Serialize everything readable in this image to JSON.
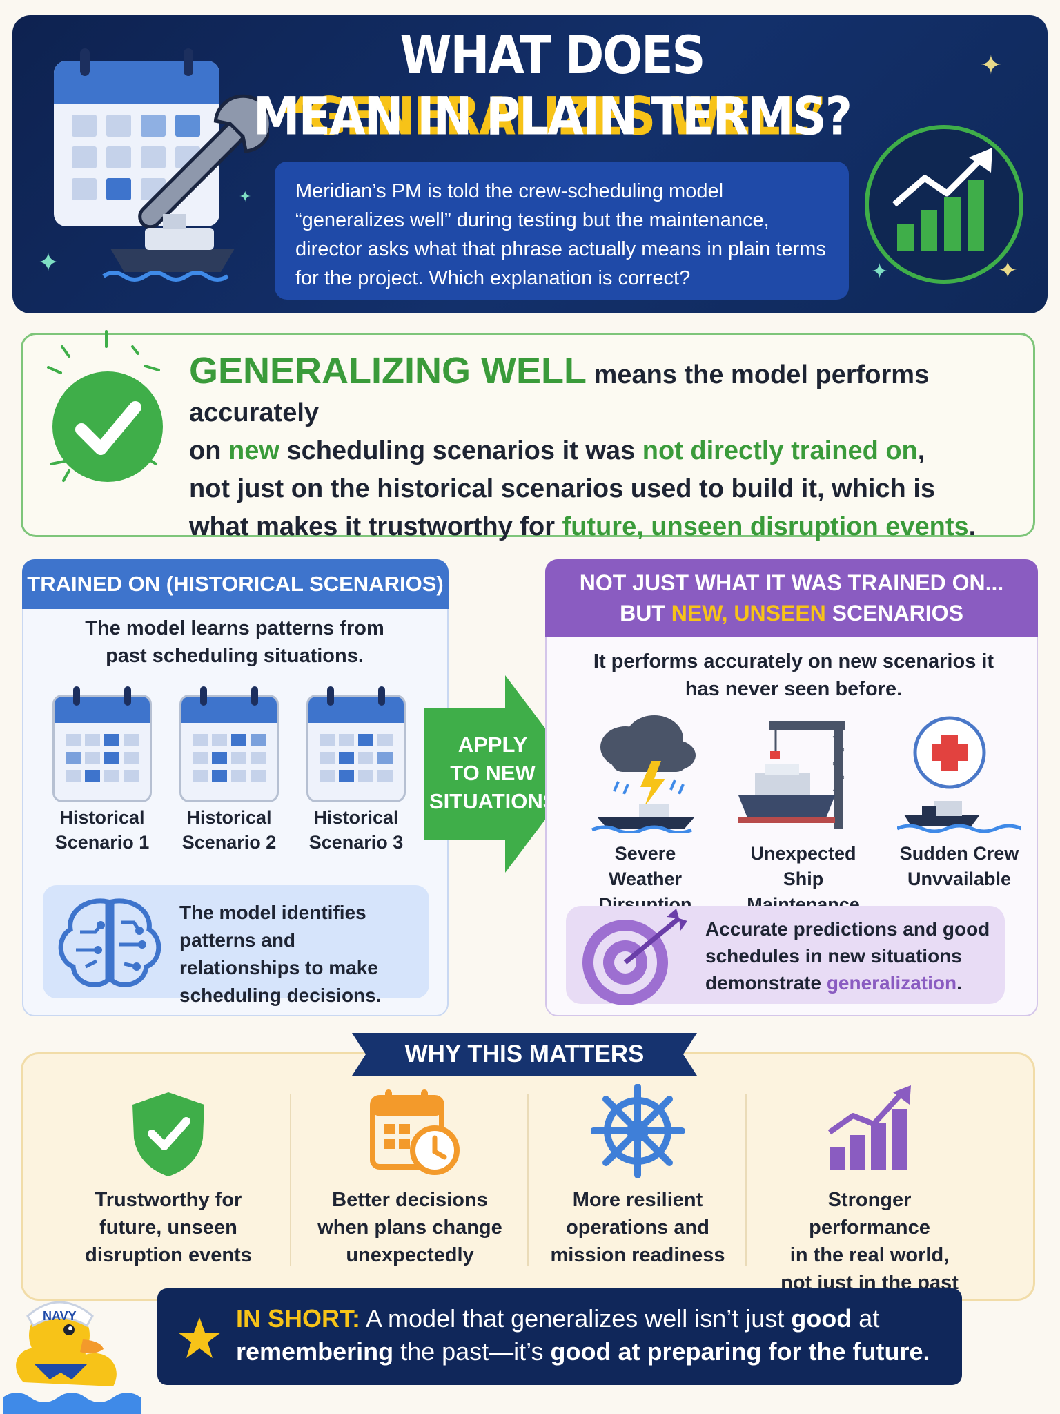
{
  "header": {
    "title_line1_pre": "WHAT DOES ",
    "title_line1_highlight": "“GENERALIZES WELL”",
    "title_line2": "MEAN IN PLAIN TERMS?",
    "question_line1": "Meridian’s PM is told the crew-scheduling model",
    "question_line2": "“generalizes well” during testing but the maintenance,",
    "question_line3": "director asks what that phrase actually means in plain terms",
    "question_line4": "for the project. Which explanation is correct?"
  },
  "definition": {
    "lead": "GENERALIZING WELL",
    "t1": " means the model performs accurately",
    "t2": "on ",
    "new": "new",
    "t3": " scheduling scenarios it was ",
    "not_trained": "not directly trained on",
    "t4": ",",
    "t5": "not just on the historical scenarios used to build it, which is",
    "t6": "what makes it trustworthy for ",
    "future": "future, unseen disruption events",
    "t7": "."
  },
  "trained": {
    "heading": "TRAINED ON (HISTORICAL SCENARIOS)",
    "subtitle": "The model learns patterns from past scheduling situations.",
    "scenarios": [
      {
        "line1": "Historical",
        "line2": "Scenario 1"
      },
      {
        "line1": "Historical",
        "line2": "Scenario 2"
      },
      {
        "line1": "Historical",
        "line2": "Scenario 3"
      }
    ],
    "brain_text": "The model identifies patterns and relationships to make scheduling decisions."
  },
  "arrow": {
    "line1": "APPLY",
    "line2": "TO NEW",
    "line3": "SITUATIONS"
  },
  "new_scenarios": {
    "heading_line1": "NOT JUST WHAT IT WAS TRAINED ON...",
    "heading_pre": "BUT ",
    "heading_highlight": "NEW, UNSEEN",
    "heading_post": " SCENARIOS",
    "subtitle": "It performs accurately on new scenarios it has never seen before.",
    "items": [
      {
        "line1": "Severe Weather",
        "line2": "Dirsuption"
      },
      {
        "line1": "Unexpected Ship",
        "line2": "Maintenance"
      },
      {
        "line1": "Sudden Crew",
        "line2": "Unvvailable"
      }
    ],
    "target_pre": "Accurate predictions and good schedules in new situations demonstrate ",
    "target_highlight": "generalization",
    "target_post": "."
  },
  "why": {
    "banner": "WHY THIS MATTERS",
    "items": [
      {
        "l1": "Trustworthy for",
        "l2": "future, unseen",
        "l3": "disruption events"
      },
      {
        "l1": "Better decisions",
        "l2": "when plans change",
        "l3": "unexpectedly"
      },
      {
        "l1": "More resilient",
        "l2": "operations and",
        "l3": "mission readiness"
      },
      {
        "l1": "Stronger performance",
        "l2": "in the real world,",
        "l3": "not just in the past"
      }
    ]
  },
  "mascot": {
    "hat_text": "NAVY"
  },
  "in_short": {
    "label": "IN SHORT:",
    "t1": " A model that generalizes well isn’t just ",
    "good1": "good",
    "t2": " at",
    "remembering": "remembering",
    "t3": " the past—it’s ",
    "good2": "good at preparing for the future."
  },
  "colors": {
    "navy": "#0e2250",
    "accent_yellow": "#f7c318",
    "green": "#3fae49",
    "blue": "#3e74cc",
    "purple": "#8a5cc1",
    "orange": "#f39a2b"
  }
}
